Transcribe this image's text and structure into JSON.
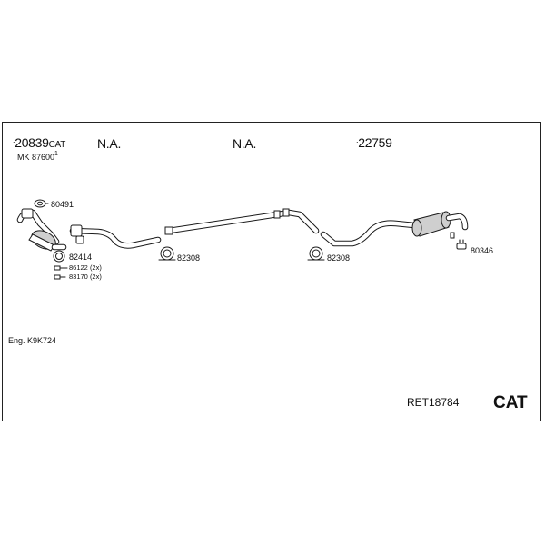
{
  "header": {
    "part_1": "20839",
    "part_1_suffix": "CAT",
    "mk_label": "MK",
    "mk_code": "87600",
    "mk_sup": "1",
    "na_1": "N.A.",
    "na_2": "N.A.",
    "part_4": "22759"
  },
  "callouts": {
    "gasket_80491": "80491",
    "clamp_82414": "82414",
    "bolt_86122": "86122 (2x)",
    "nut_83170": "83170 (2x)",
    "clamp_82308_a": "82308",
    "clamp_82308_b": "82308",
    "hanger_80346": "80346"
  },
  "footer": {
    "engine": "Eng. K9K724",
    "kit_code": "RET18784",
    "kit_type": "CAT"
  }
}
